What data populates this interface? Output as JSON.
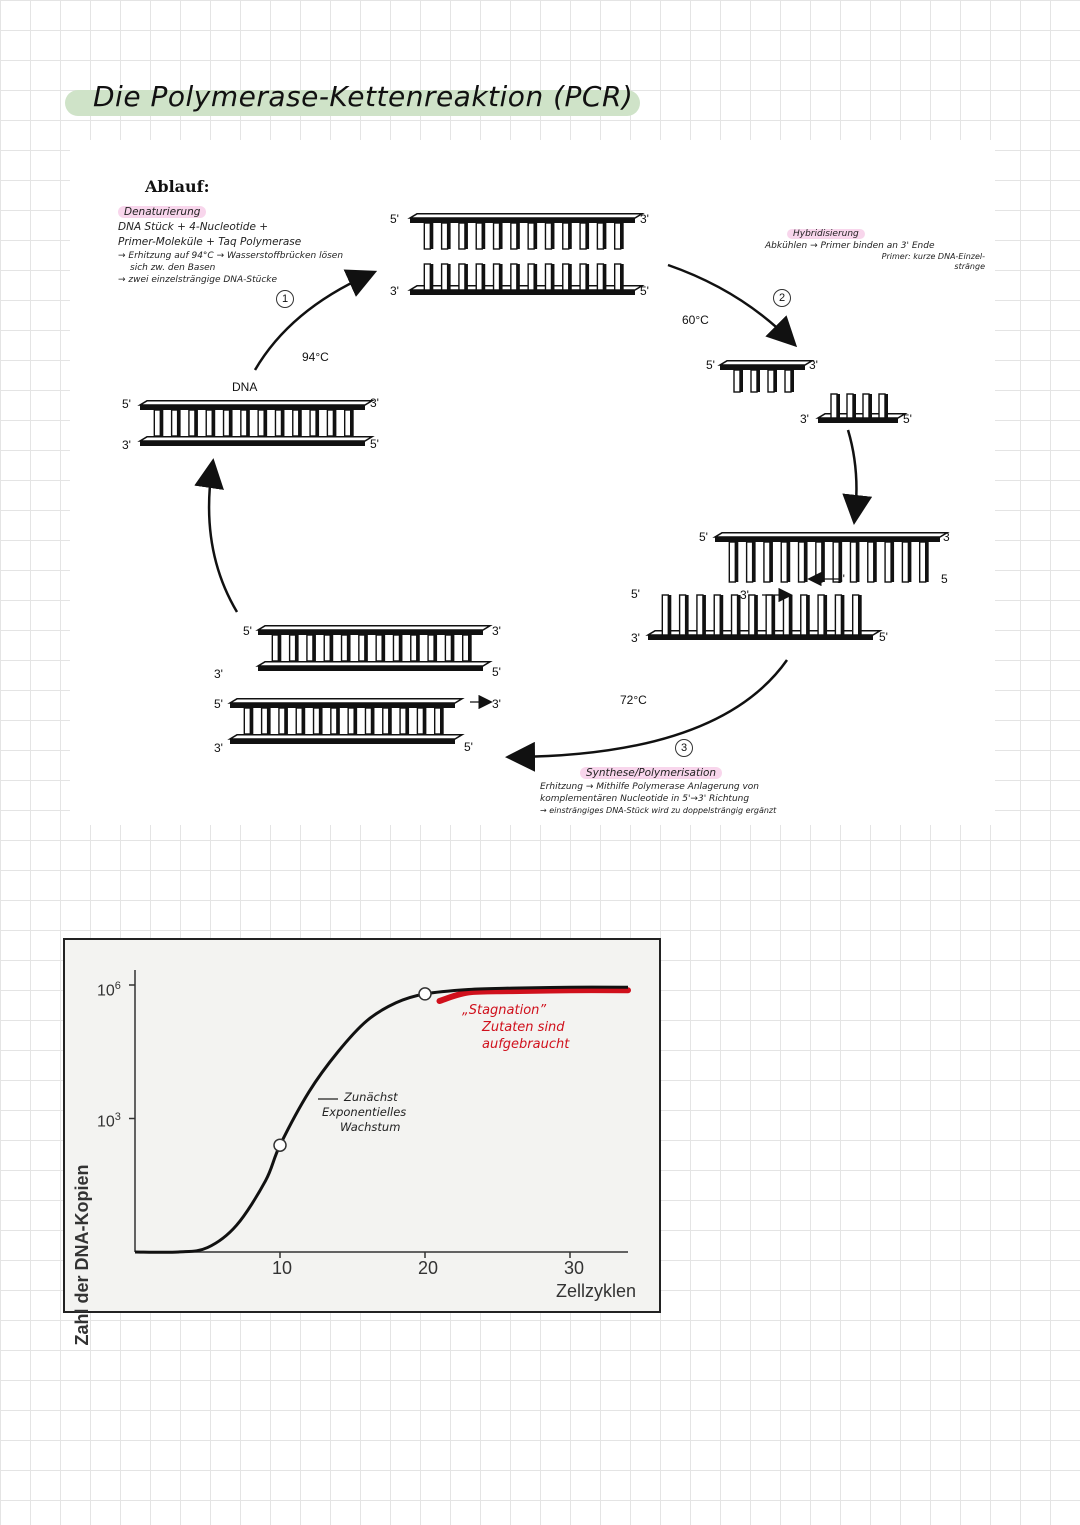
{
  "title": "Die Polymerase-Kettenreaktion (PCR)",
  "ablauf": "Ablauf:",
  "steps": {
    "denaturierung": {
      "heading": "Denaturierung",
      "lines": [
        "DNA Stück + 4-Nucleotide +",
        "Primer-Moleküle + Taq Polymerase",
        "→ Erhitzung auf 94°C → Wasserstoffbrücken lösen",
        "sich zw. den Basen",
        "→ zwei einzelsträngige DNA-Stücke"
      ],
      "number": "1",
      "temp": "94°C"
    },
    "hybridisierung": {
      "heading": "Hybridisierung",
      "lines": [
        "Abkühlen → Primer binden an 3' Ende",
        "Primer: kurze DNA-Einzel-",
        "stränge"
      ],
      "number": "2",
      "temp": "60°C"
    },
    "synthese": {
      "heading": "Synthese/Polymerisation",
      "lines": [
        "Erhitzung → Mithilfe Polymerase Anlagerung von",
        "komplementären Nucleotide in 5'→3' Richtung",
        "→ einsträngiges DNA-Stück wird zu doppelsträngig ergänzt"
      ],
      "number": "3",
      "temp": "72°C"
    }
  },
  "dna_label": "DNA",
  "strand_labels": {
    "five": "5'",
    "three": "3'",
    "five_short": "5",
    "three_short": "3"
  },
  "chart": {
    "y_axis_label": "Zahl der DNA-Kopien",
    "x_axis_label": "Zellzyklen",
    "annotation_stagnation": [
      "„Stagnation”",
      "Zutaten sind",
      "aufgebraucht"
    ],
    "annotation_growth": [
      "Zunächst",
      "Exponentielles",
      "Wachstum"
    ]
  },
  "chart_data": {
    "type": "line",
    "title": "",
    "xlabel": "Zellzyklen",
    "ylabel": "Zahl der DNA-Kopien",
    "y_scale": "log",
    "x_ticks": [
      "10",
      "20",
      "30"
    ],
    "y_ticks": [
      "10^3",
      "10^6"
    ],
    "y_tick_labels": [
      {
        "base": "10",
        "exp": "3"
      },
      {
        "base": "10",
        "exp": "6"
      }
    ],
    "x": [
      0,
      3,
      5,
      7,
      9,
      10,
      12,
      14,
      16,
      18,
      20,
      23,
      26,
      30,
      34
    ],
    "y_log10": [
      0,
      0,
      0.1,
      0.6,
      1.6,
      2.4,
      3.6,
      4.5,
      5.2,
      5.6,
      5.8,
      5.9,
      5.93,
      5.95,
      5.95
    ],
    "markers": [
      {
        "x": 10,
        "y_log10": 2.4
      },
      {
        "x": 20,
        "y_log10": 5.8
      }
    ],
    "highlight_range_x": [
      21,
      34
    ],
    "xlim": [
      0,
      34
    ]
  }
}
